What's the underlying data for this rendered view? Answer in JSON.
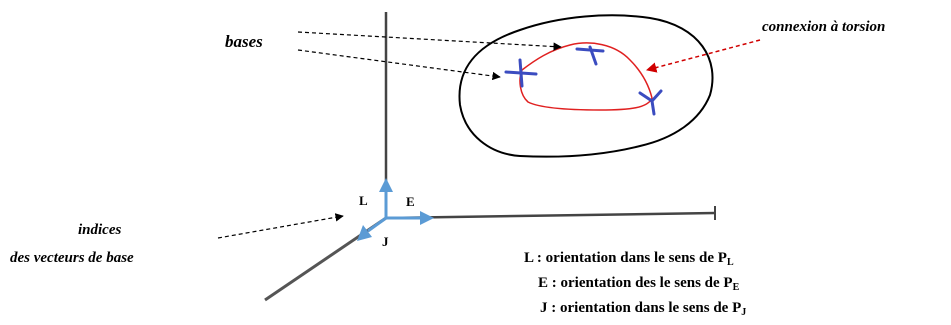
{
  "labels": {
    "bases": "bases",
    "connexion": "connexion à torsion",
    "indices_line1": "indices",
    "indices_line2": "des vecteurs de base",
    "axis_L": "L",
    "axis_E": "E",
    "axis_J": "J"
  },
  "legend": [
    {
      "prefix": "L : orientation dans le sens de P",
      "sub": "L"
    },
    {
      "prefix": "E : orientation des le sens de P",
      "sub": "E"
    },
    {
      "prefix": "J : orientation dans le sens de P",
      "sub": "J"
    }
  ],
  "colors": {
    "axis": "#444444",
    "basis_arrow": "#5b9bd5",
    "frame_mark": "#3b4cc0",
    "loop": "#e02020",
    "outline": "#000000",
    "pointer_red": "#d00000"
  }
}
